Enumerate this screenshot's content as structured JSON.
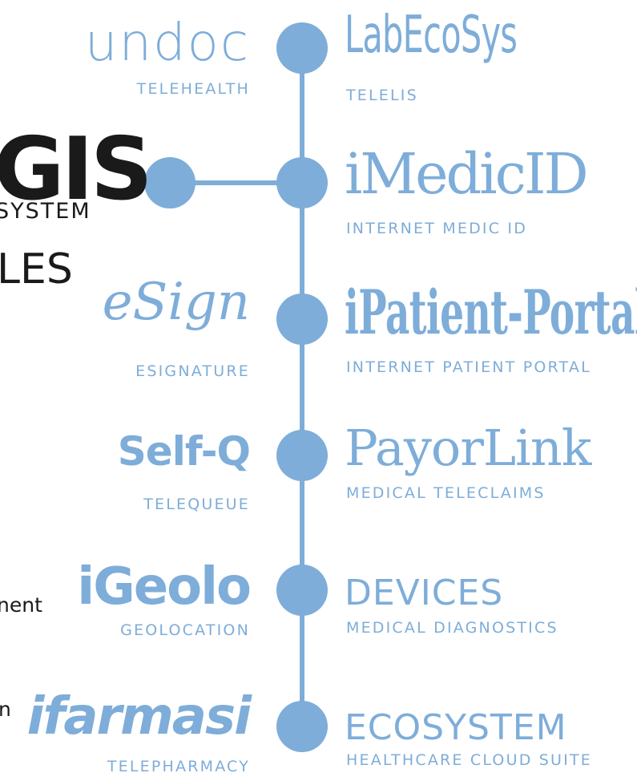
{
  "left_cropped": {
    "heading": "GIS",
    "subheading": "SYSTEM",
    "line2": "LES",
    "fragment1": "nent",
    "fragment2": "n"
  },
  "left_items": [
    {
      "logo": "undoc",
      "subtitle": "TELEHEALTH"
    },
    {
      "logo": "eSign",
      "subtitle": "ESIGNATURE"
    },
    {
      "logo": "Self-Q",
      "subtitle": "TELEQUEUE"
    },
    {
      "logo": "iGeolo",
      "subtitle": "GEOLOCATION"
    },
    {
      "logo": "ifarmasi",
      "subtitle": "TELEPHARMACY"
    }
  ],
  "right_items": [
    {
      "logo": "LabEcoSys",
      "subtitle": "TELELIS"
    },
    {
      "logo": "iMedicID",
      "subtitle": "INTERNET MEDIC ID"
    },
    {
      "logo": "iPatient-Portal",
      "subtitle": "INTERNET PATIENT PORTAL"
    },
    {
      "logo": "PayorLink",
      "subtitle": "MEDICAL TELECLAIMS"
    },
    {
      "logo": "DEVICES",
      "subtitle": "MEDICAL DIAGNOSTICS"
    },
    {
      "logo": "ECOSYSTEM",
      "subtitle": "HEALTHCARE CLOUD SUITE"
    }
  ],
  "colors": {
    "accent": "#7eadd9",
    "text_dark": "#1a1a1a"
  }
}
